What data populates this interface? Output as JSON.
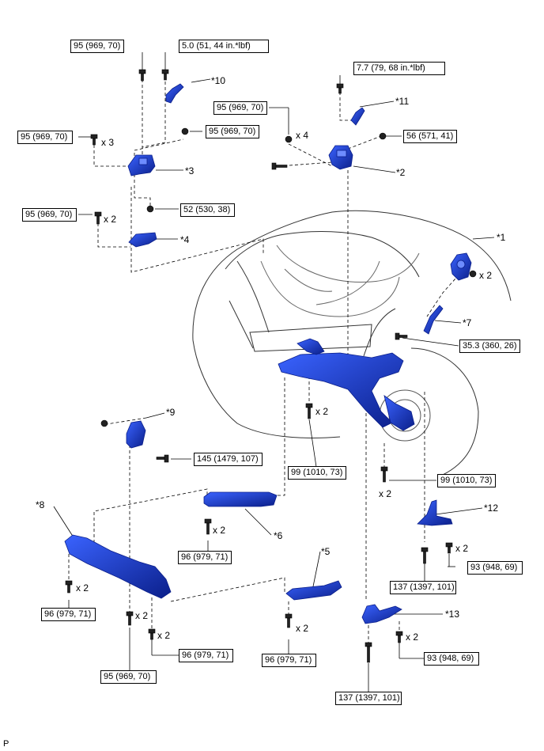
{
  "footer": "P",
  "callouts": [
    "*1",
    "*2",
    "*3",
    "*4",
    "*5",
    "*6",
    "*7",
    "*8",
    "*9",
    "*10",
    "*11",
    "*12",
    "*13"
  ],
  "torques": [
    "95 (969, 70)",
    "5.0 (51, 44 in.*lbf)",
    "95 (969, 70)",
    "95 (969, 70)",
    "95 (969, 70)",
    "52 (530, 38)",
    "7.7 (79, 68 in.*lbf)",
    "95 (969, 70)",
    "56 (571, 41)",
    "35.3 (360, 26)",
    "145 (1479, 107)",
    "99 (1010, 73)",
    "99 (1010, 73)",
    "96 (979, 71)",
    "137 (1397, 101)",
    "93 (948, 69)",
    "96 (979, 71)",
    "96 (979, 71)",
    "96 (979, 71)",
    "95 (969, 70)",
    "93 (948, 69)",
    "137 (1397, 101)"
  ],
  "quantities": {
    "x2": "x 2",
    "x3": "x 3",
    "x4": "x 4"
  },
  "colors": {
    "part_fill": "#1a3fd8",
    "part_dark": "#0b1f8a",
    "line": "#000000"
  }
}
